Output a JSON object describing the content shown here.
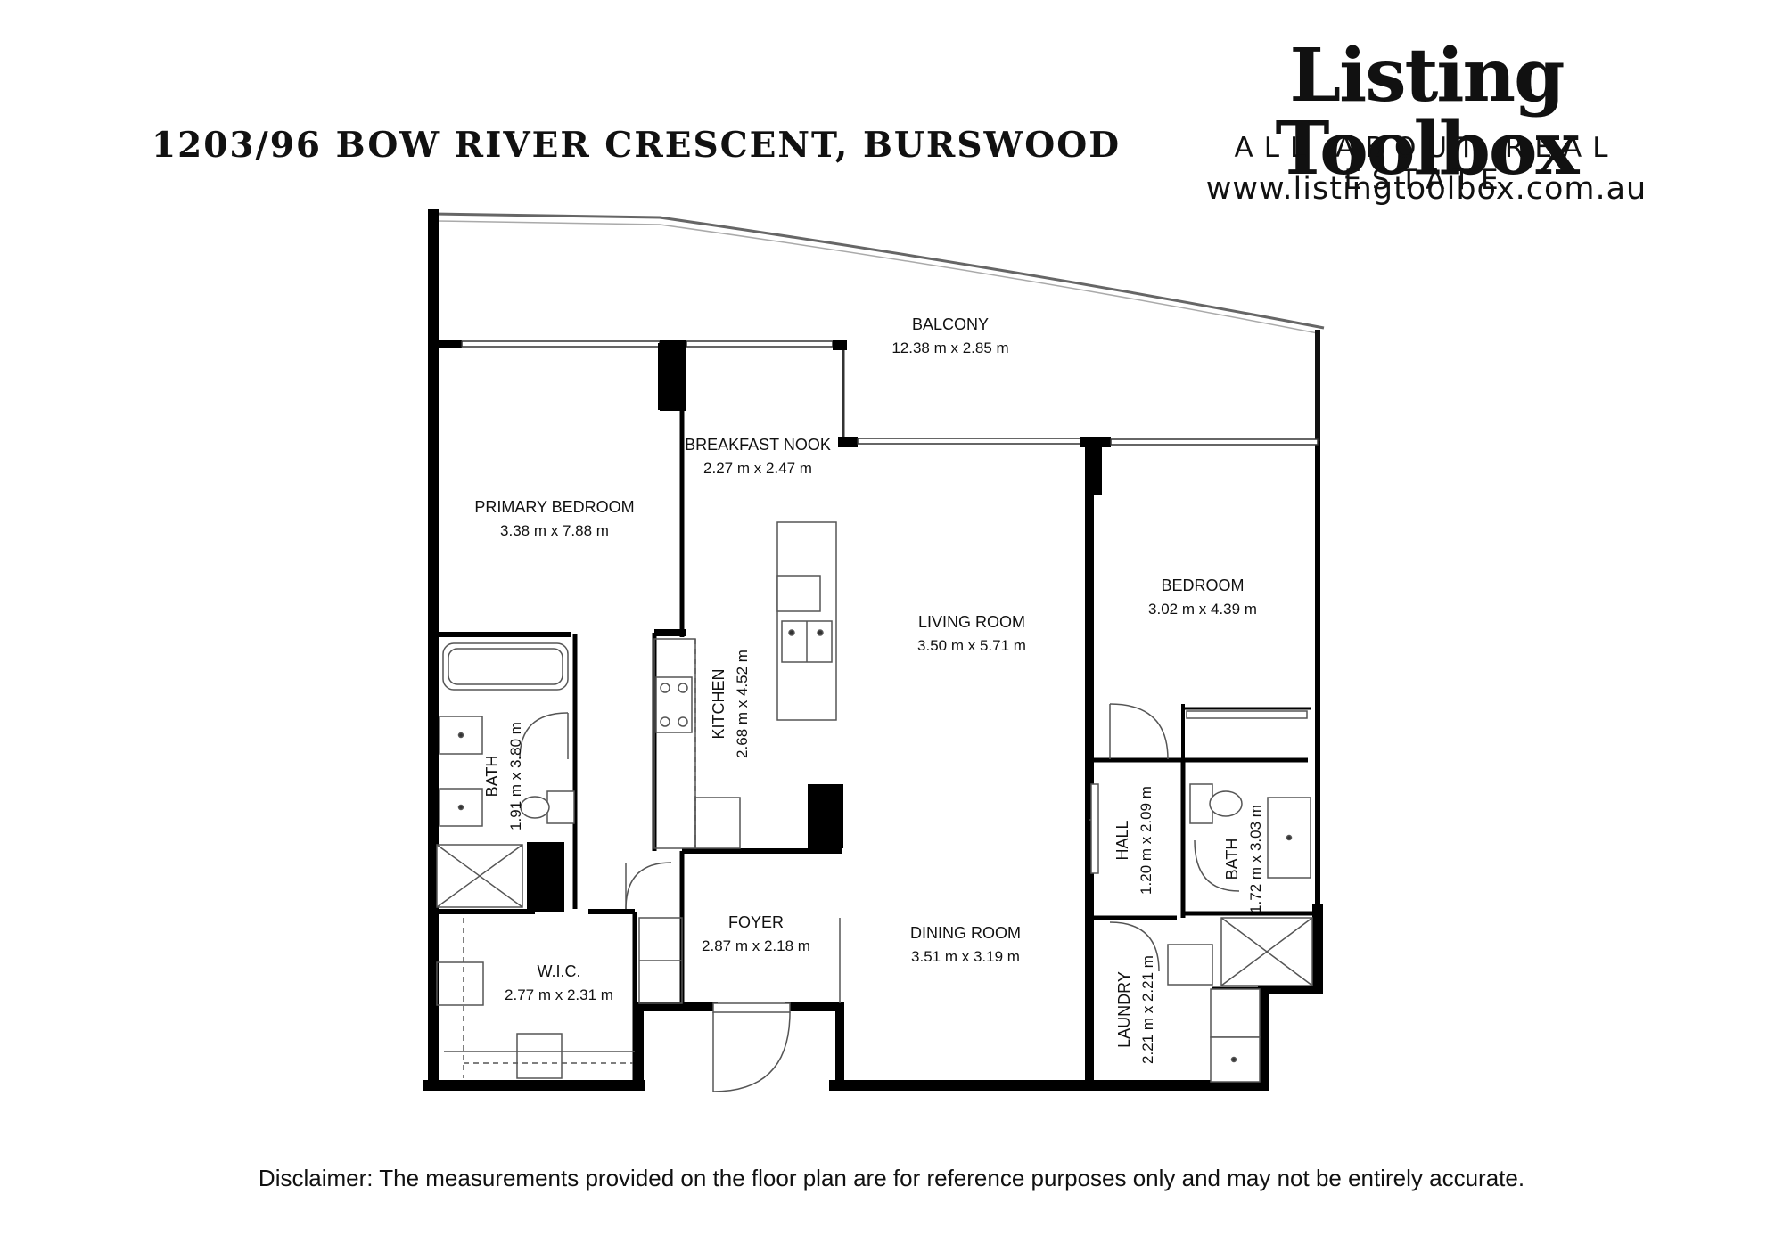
{
  "header": {
    "address": "1203/96 BOW RIVER CRESCENT, BURSWOOD",
    "brand": "Listing Toolbox",
    "tagline": "ALL ABOUT REAL ESTATE",
    "website": "www.listingtoolbox.com.au"
  },
  "rooms": {
    "balcony": {
      "name": "BALCONY",
      "dims": "12.38 m x 2.85 m"
    },
    "breakfast_nook": {
      "name": "BREAKFAST NOOK",
      "dims": "2.27 m x 2.47 m"
    },
    "primary_bedroom": {
      "name": "PRIMARY BEDROOM",
      "dims": "3.38 m x 7.88 m"
    },
    "living_room": {
      "name": "LIVING ROOM",
      "dims": "3.50 m x 5.71 m"
    },
    "bedroom": {
      "name": "BEDROOM",
      "dims": "3.02 m x 4.39 m"
    },
    "kitchen": {
      "name": "KITCHEN",
      "dims": "2.68 m x 4.52 m"
    },
    "bath_primary": {
      "name": "BATH",
      "dims": "1.91 m x 3.80 m"
    },
    "hall": {
      "name": "HALL",
      "dims": "1.20 m x 2.09 m"
    },
    "bath_second": {
      "name": "BATH",
      "dims": "1.72 m x 3.03 m"
    },
    "foyer": {
      "name": "FOYER",
      "dims": "2.87 m x 2.18 m"
    },
    "dining_room": {
      "name": "DINING ROOM",
      "dims": "3.51 m x 3.19 m"
    },
    "wic": {
      "name": "W.I.C.",
      "dims": "2.77 m x 2.31 m"
    },
    "laundry": {
      "name": "LAUNDRY",
      "dims": "2.21 m x 2.21 m"
    }
  },
  "footer": {
    "disclaimer": "Disclaimer: The measurements provided on the floor plan are for reference purposes only and may not be entirely accurate."
  }
}
